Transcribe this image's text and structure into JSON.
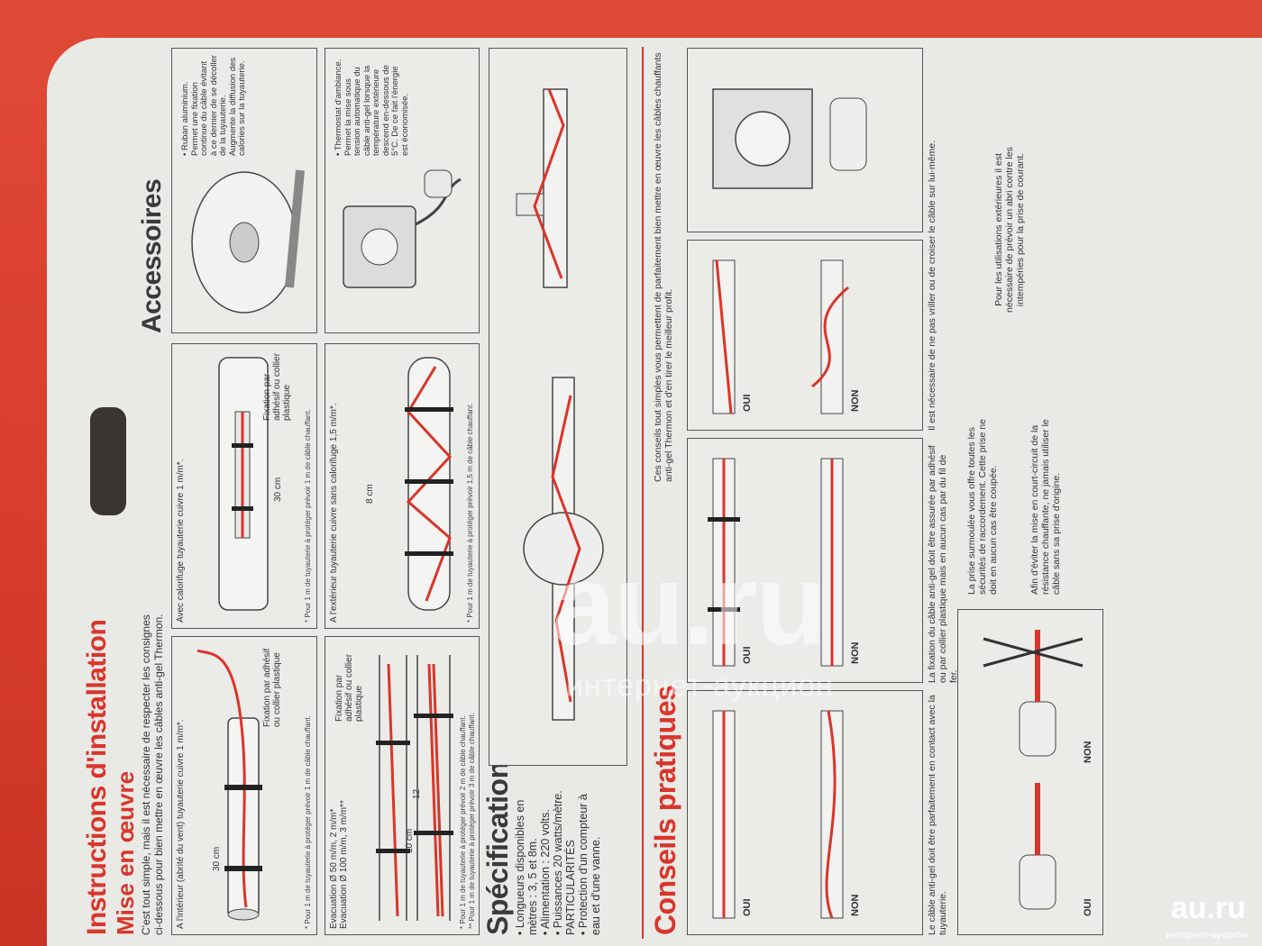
{
  "header": {
    "title": "Instructions d'installation",
    "subtitle": "Mise en œuvre",
    "intro": "C'est tout simple, mais il est nécessaire de respecter les consignes ci-dessous pour bien mettre en œuvre les câbles anti-gel Thermon."
  },
  "install": {
    "p1": {
      "caption": "A l'intérieur (abrité du vent) tuyauterie cuivre 1 m/m*.",
      "dim": "30 cm",
      "note": "Fixation par adhésif ou collier plastique",
      "footnote": "* Pour 1 m de tuyauterie à protéger prévoir 1 m de câble chauffant."
    },
    "p2": {
      "caption": "Avec calorifuge tuyauterie cuivre 1 m/m*.",
      "dim": "30 cm",
      "note": "Fixation par adhésif ou collier plastique",
      "footnote": "* Pour 1 m de tuyauterie à protéger prévoir 1 m de câble chauffant."
    },
    "p3": {
      "caption1": "Evacuation Ø 50 m/m, 2 m/m*",
      "caption2": "Evacuation Ø 100 m/m, 3 m/m**",
      "dim": "10 cm",
      "dim2": "12",
      "note": "Fixation par adhésif ou collier plastique",
      "footnote1": "* Pour 1 m de tuyauterie à protéger prévoir 2 m de câble chauffant.",
      "footnote2": "** Pour 1 m de tuyauterie à protéger prévoir 3 m de câble chauffant."
    },
    "p4": {
      "caption": "A l'extérieur tuyauterie cuivre sans calorifuge 1,5 m/m*.",
      "dim": "8 cm",
      "footnote": "* Pour 1 m de tuyauterie à protéger prévoir 1,5 m de câble chauffant."
    }
  },
  "accessories": {
    "title": "Accessoires",
    "tape": "• Ruban aluminium. Permet une fixation continue du câble évitant à ce dernier de se décoller de la tuyauterie. Augmente la diffusion des calories sur la tuyauterie.",
    "thermostat": "• Thermostat d'ambiance. Permet la mise sous tension automatique du câble anti-gel lorsque la température extérieure descend en-dessous de 5°C. De ce fait l'énergie est économisée."
  },
  "specifications": {
    "title": "Spécifications",
    "items": [
      "Longueurs disponibles en mètres : 3, 5 et 8m.",
      "Alimentation : 220 volts.",
      "Puissances 20 watts/mètre."
    ],
    "particular_title": "PARTICULARITÉS",
    "particular": [
      "Protection d'un compteur à eau et d'une vanne."
    ]
  },
  "conseils": {
    "title": "Conseils pratiques",
    "intro": "Ces conseils tout simples vous permettent de parfaitement bien mettre en œuvre les câbles chauffants anti-gel Thermon et d'en tirer le meilleur profit.",
    "oui": "OUI",
    "non": "NON",
    "c1": "Le câble anti-gel doit être parfaitement en contact avec la tuyauterie.",
    "c2": "La fixation du câble anti-gel doit être assurée par adhésif ou par collier plastique mais en aucun cas par du fil de fer.",
    "c3": "Il est nécessaire de ne pas vriller ou de croiser le câble sur lui-même.",
    "c4": "La prise surmoulée vous offre toutes les sécurités de raccordement. Cette prise ne doit en aucun cas être coupée.",
    "c5": "Afin d'éviter la mise en court-circuit de la résistance chauffante, ne jamais utiliser le câble sans sa prise d'origine.",
    "c6": "Pour les utilisations extérieures il est nécessaire de prévoir un abri contre les intempéries pour la prise de courant."
  },
  "watermark": {
    "main": "au.ru",
    "sub": "интернет-аукцион",
    "logo": "au.ru",
    "logo_sub": "интернет-аукцион"
  }
}
